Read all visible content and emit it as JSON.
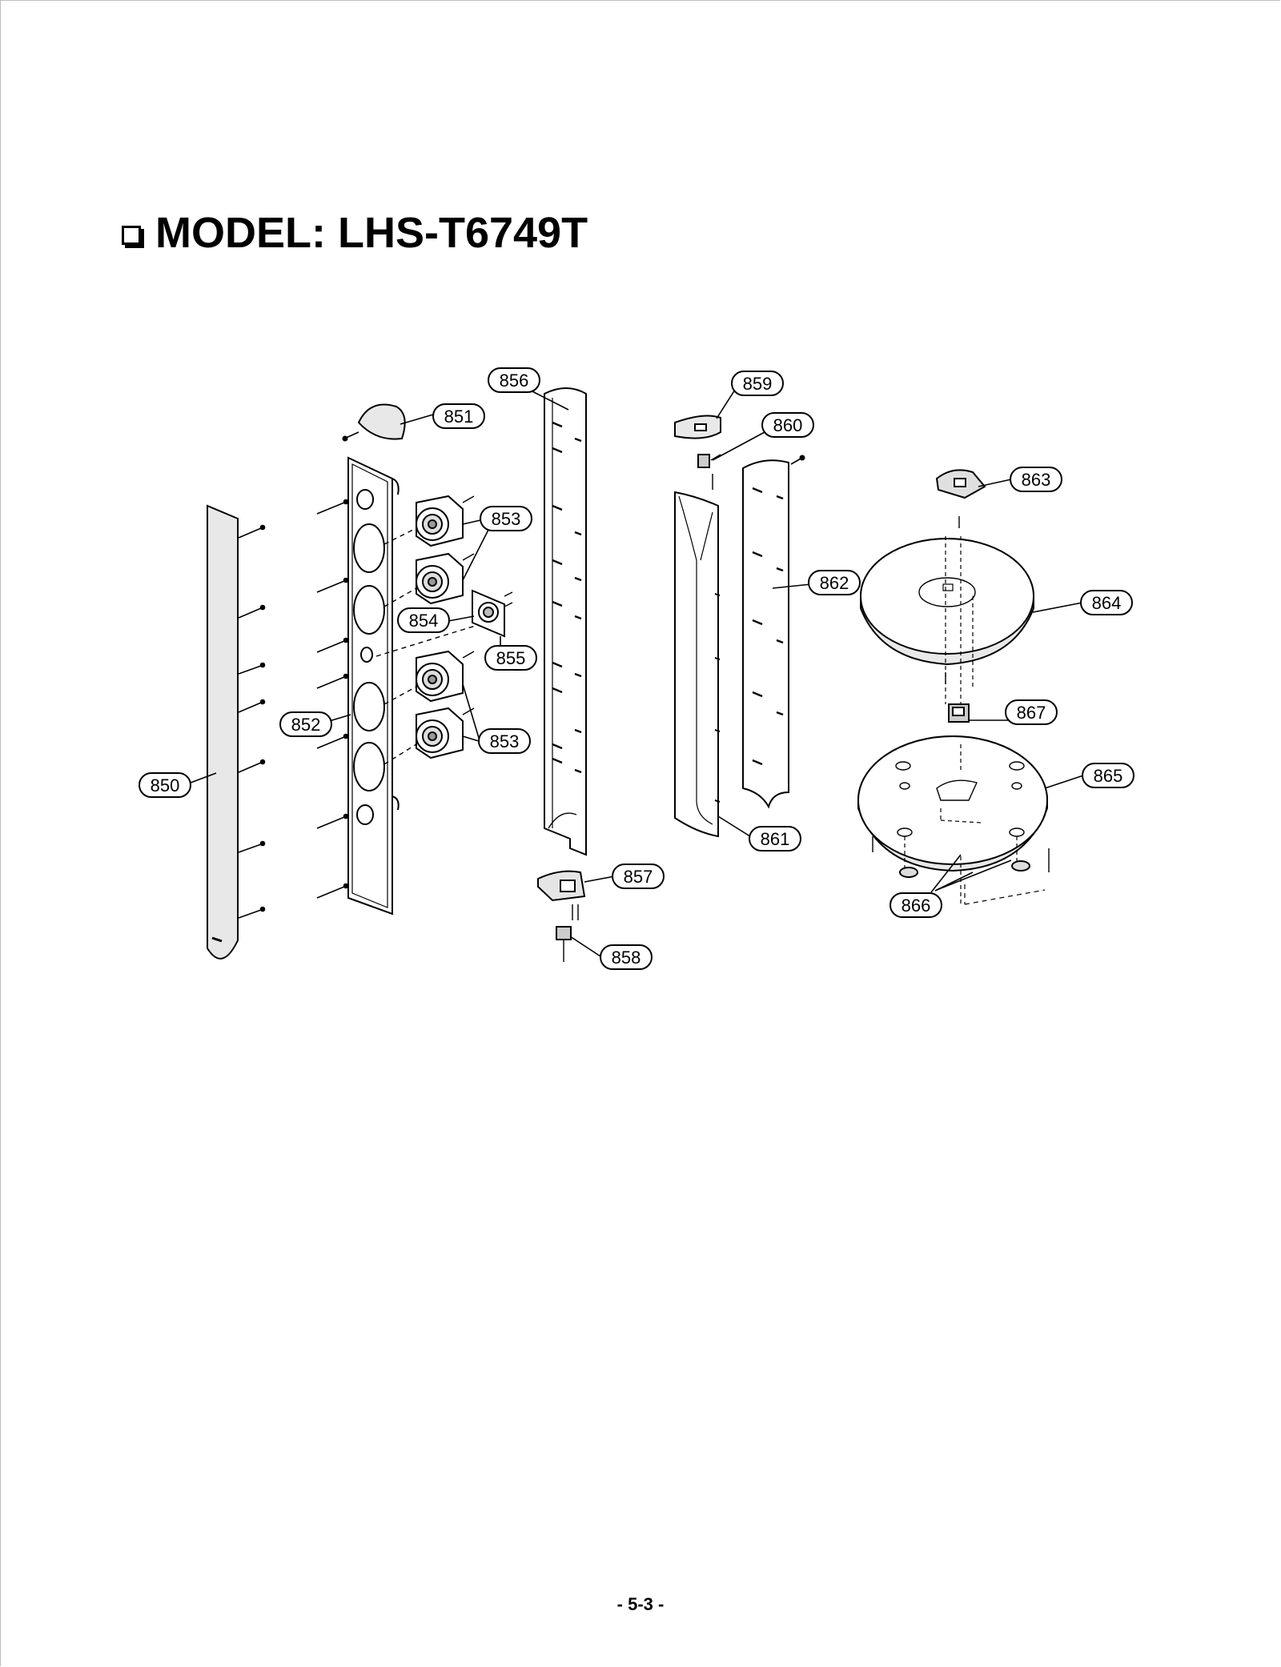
{
  "header": {
    "title": "MODEL: LHS-T6749T"
  },
  "diagram": {
    "callouts": [
      {
        "id": "c850",
        "label": "850"
      },
      {
        "id": "c851",
        "label": "851"
      },
      {
        "id": "c852",
        "label": "852"
      },
      {
        "id": "c853a",
        "label": "853"
      },
      {
        "id": "c853b",
        "label": "853"
      },
      {
        "id": "c854",
        "label": "854"
      },
      {
        "id": "c855",
        "label": "855"
      },
      {
        "id": "c856",
        "label": "856"
      },
      {
        "id": "c857",
        "label": "857"
      },
      {
        "id": "c858",
        "label": "858"
      },
      {
        "id": "c859",
        "label": "859"
      },
      {
        "id": "c860",
        "label": "860"
      },
      {
        "id": "c861",
        "label": "861"
      },
      {
        "id": "c862",
        "label": "862"
      },
      {
        "id": "c863",
        "label": "863"
      },
      {
        "id": "c864",
        "label": "864"
      },
      {
        "id": "c865",
        "label": "865"
      },
      {
        "id": "c866",
        "label": "866"
      },
      {
        "id": "c867",
        "label": "867"
      }
    ]
  },
  "footer": {
    "page_number": "- 5-3 -"
  }
}
